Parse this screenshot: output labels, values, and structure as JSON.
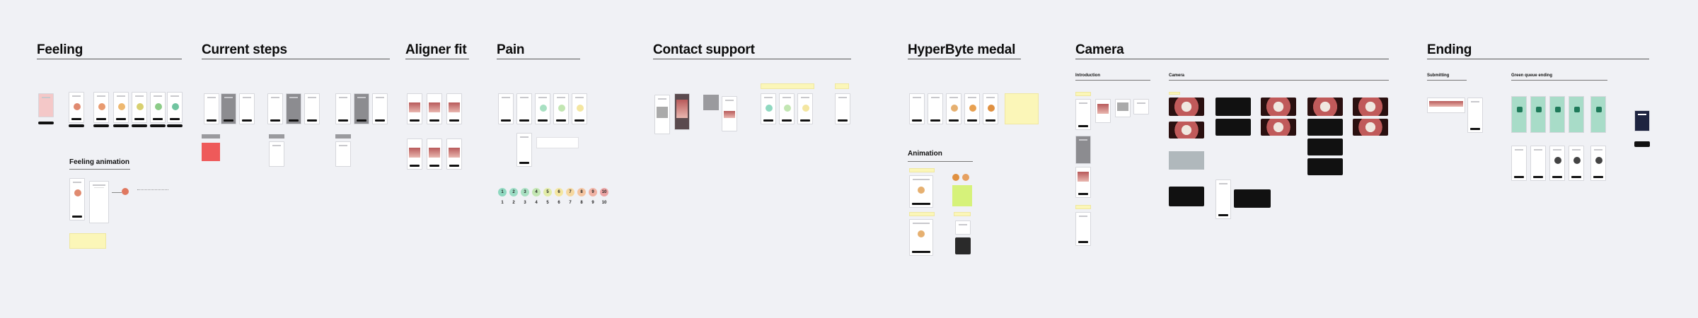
{
  "sections": [
    {
      "id": "feeling",
      "title": "Feeling"
    },
    {
      "id": "current-steps",
      "title": "Current steps"
    },
    {
      "id": "aligner-fit",
      "title": "Aligner fit"
    },
    {
      "id": "pain",
      "title": "Pain"
    },
    {
      "id": "contact-support",
      "title": "Contact support"
    },
    {
      "id": "hyperbyte-medal",
      "title": "HyperByte medal"
    },
    {
      "id": "camera",
      "title": "Camera"
    },
    {
      "id": "ending",
      "title": "Ending"
    }
  ],
  "subsections": {
    "feeling_animation": "Feeling animation",
    "animation": "Animation",
    "introduction": "Introduction",
    "camera": "Camera",
    "submitting": "Submitting",
    "green_queue_ending": "Green queue ending"
  },
  "pain_scale": [
    "1",
    "2",
    "3",
    "4",
    "5",
    "6",
    "7",
    "8",
    "9",
    "10"
  ],
  "pain_colors": [
    "#8fd8c0",
    "#9bdcc4",
    "#a8e0c2",
    "#c2e6b2",
    "#e2eca8",
    "#f4e6a0",
    "#f6d8a0",
    "#f4c4a0",
    "#f0b2a4",
    "#eca4a4"
  ],
  "colors": {
    "canvas": "#f0f1f5",
    "sticky": "#fbf6b8",
    "green_note": "#d6f27a",
    "mint": "#a8dcc8"
  }
}
